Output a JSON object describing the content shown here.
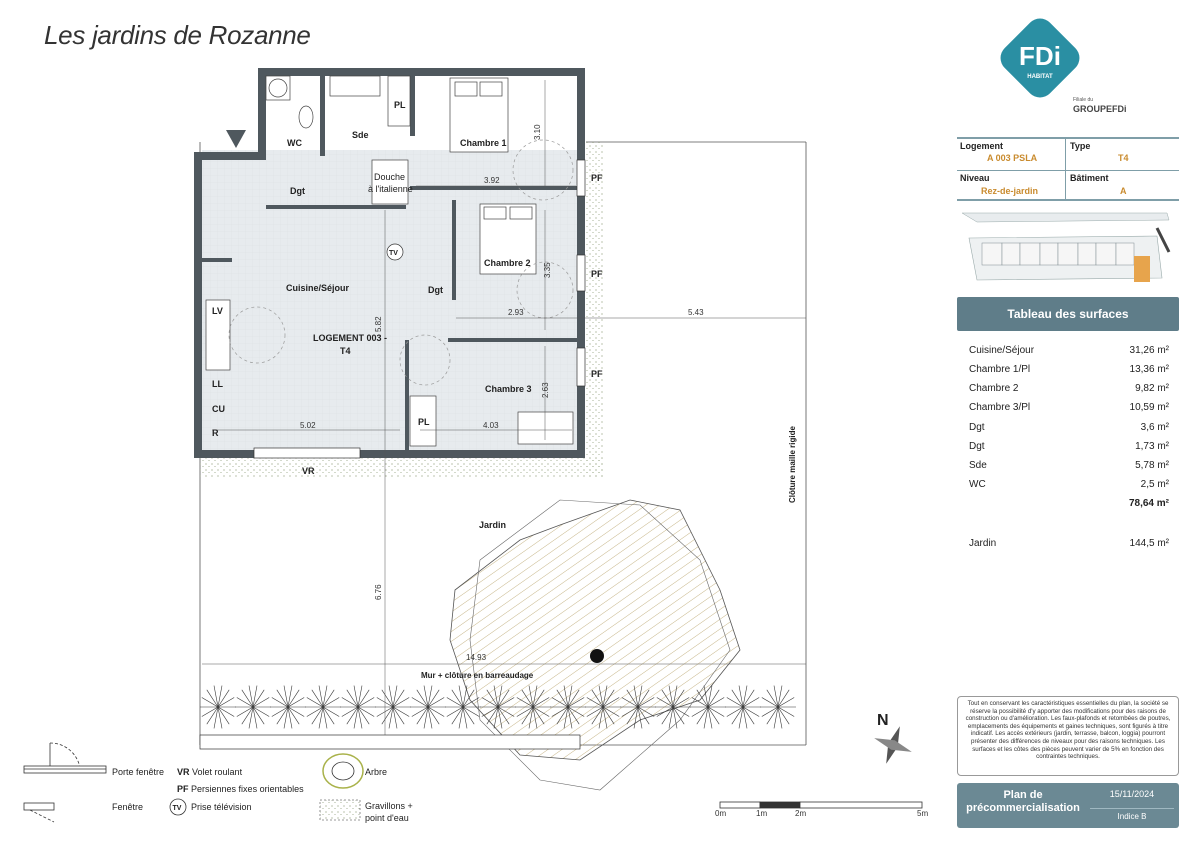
{
  "project_title": "Les jardins de Rozanne",
  "logo": {
    "text": "FDi",
    "subtext": "HABITAT",
    "affiliation": "Filiale du",
    "group": "GROUPEFDi"
  },
  "info": {
    "logement_label": "Logement",
    "logement_value": "A 003 PSLA",
    "type_label": "Type",
    "type_value": "T4",
    "niveau_label": "Niveau",
    "niveau_value": "Rez-de-jardin",
    "batiment_label": "Bâtiment",
    "batiment_value": "A"
  },
  "surfaces": {
    "title": "Tableau des surfaces",
    "rows": [
      {
        "name": "Cuisine/Séjour",
        "value": "31,26 m²"
      },
      {
        "name": "Chambre 1/Pl",
        "value": "13,36 m²"
      },
      {
        "name": "Chambre 2",
        "value": "9,82 m²"
      },
      {
        "name": "Chambre 3/Pl",
        "value": "10,59 m²"
      },
      {
        "name": "Dgt",
        "value": "3,6 m²"
      },
      {
        "name": "Dgt",
        "value": "1,73 m²"
      },
      {
        "name": "Sde",
        "value": "5,78 m²"
      },
      {
        "name": "WC",
        "value": "2,5 m²"
      }
    ],
    "total": "78,64 m²",
    "garden_name": "Jardin",
    "garden_value": "144,5 m²"
  },
  "note": "Tout en conservant les caractéristiques essentielles du plan, la société se réserve la possibilité d'y apporter des modifications pour des raisons de construction ou d'amélioration. Les faux-plafonds et retombées de poutres, emplacements des équipements et gaines techniques, sont figurés à titre indicatif. Les accès extérieurs (jardin, terrasse, balcon, loggia) pourront présenter des différences de niveaux pour des raisons techniques. Les surfaces et les côtes des pièces peuvent varier de 5% en fonction des contraintes techniques.",
  "footer": {
    "plan_label": "Plan de précommercialisation",
    "date": "15/11/2024",
    "indice": "Indice B"
  },
  "plan": {
    "rooms": {
      "wc": "WC",
      "sde": "Sde",
      "pl1": "PL",
      "chambre1": "Chambre 1",
      "douche": "Douche",
      "douche2": "à l'italienne",
      "dgt1": "Dgt",
      "cuisine": "Cuisine/Séjour",
      "tv": "TV",
      "dgt2": "Dgt",
      "chambre2": "Chambre 2",
      "logement": "LOGEMENT 003 -",
      "logement_type": "T4",
      "chambre3": "Chambre 3",
      "pl3": "PL",
      "lv": "LV",
      "ll": "LL",
      "cu": "CU",
      "r": "R"
    },
    "dims": {
      "d310": "3.10",
      "d392": "3.92",
      "d335": "3.35",
      "d293": "2.93",
      "d543": "5.43",
      "d582": "5.82",
      "d263": "2.63",
      "d502": "5.02",
      "d403": "4.03",
      "d676": "6.76",
      "d1493": "14.93"
    },
    "pf": "PF",
    "vr": "VR",
    "jardin": "Jardin",
    "mur": "Mur + clôture en barreaudage",
    "cloture": "Clôture maille rigide"
  },
  "legend": {
    "porte_fenetre": "Porte fenêtre",
    "fenetre": "Fenêtre",
    "vr_key": "VR",
    "vr_label": "Volet roulant",
    "pf_key": "PF",
    "pf_label": "Persiennes fixes orientables",
    "tv_key": "TV",
    "tv_label": "Prise télévision",
    "arbre": "Arbre",
    "gravillons": "Gravillons + point d'eau"
  },
  "scale": {
    "labels": [
      "0m",
      "1m",
      "2m",
      "5m"
    ]
  },
  "north": "N"
}
